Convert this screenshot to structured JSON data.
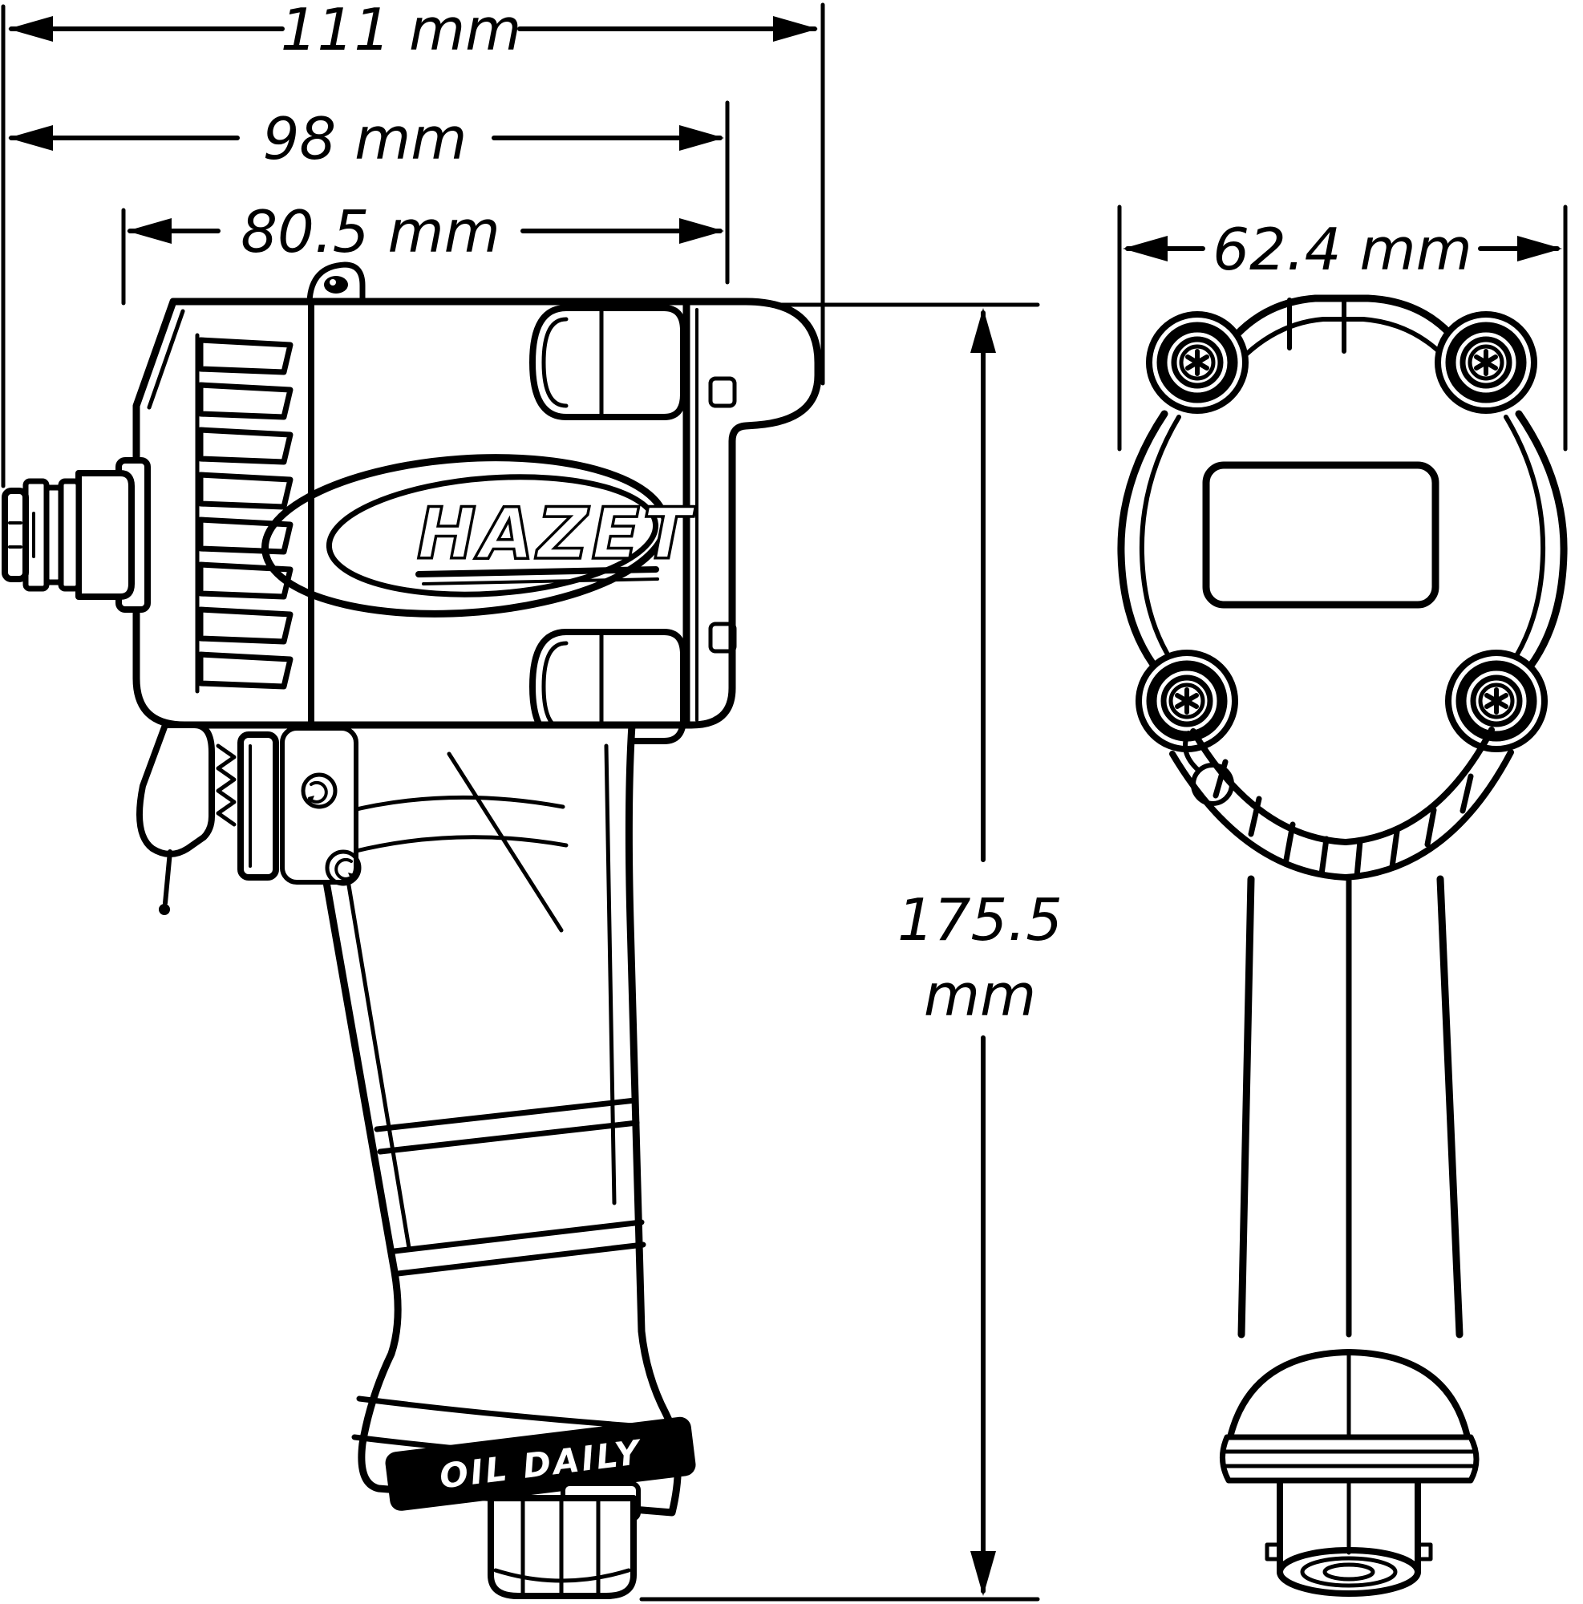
{
  "drawing": {
    "type": "technical-dimension-drawing",
    "subject": "HAZET pneumatic impact wrench, side view and front view",
    "line_color": "#000000",
    "background_color": "#ffffff",
    "side_view": {
      "brand_logo": "HAZET",
      "oil_label": "OIL DAILY"
    },
    "front_view": {},
    "dimensions": {
      "overall_length": {
        "label": "111 mm",
        "value": 111,
        "unit": "mm",
        "orientation": "horizontal",
        "view": "side"
      },
      "body_length": {
        "label": "98 mm",
        "value": 98,
        "unit": "mm",
        "orientation": "horizontal",
        "view": "side"
      },
      "housing_length": {
        "label": "80.5 mm",
        "value": 80.5,
        "unit": "mm",
        "orientation": "horizontal",
        "view": "side"
      },
      "head_width": {
        "label": "62.4 mm",
        "value": 62.4,
        "unit": "mm",
        "orientation": "horizontal",
        "view": "front"
      },
      "overall_height": {
        "label": "175.5 mm",
        "value_line": "175.5",
        "unit_line": "mm",
        "value": 175.5,
        "orientation": "vertical",
        "view": "both"
      }
    }
  }
}
